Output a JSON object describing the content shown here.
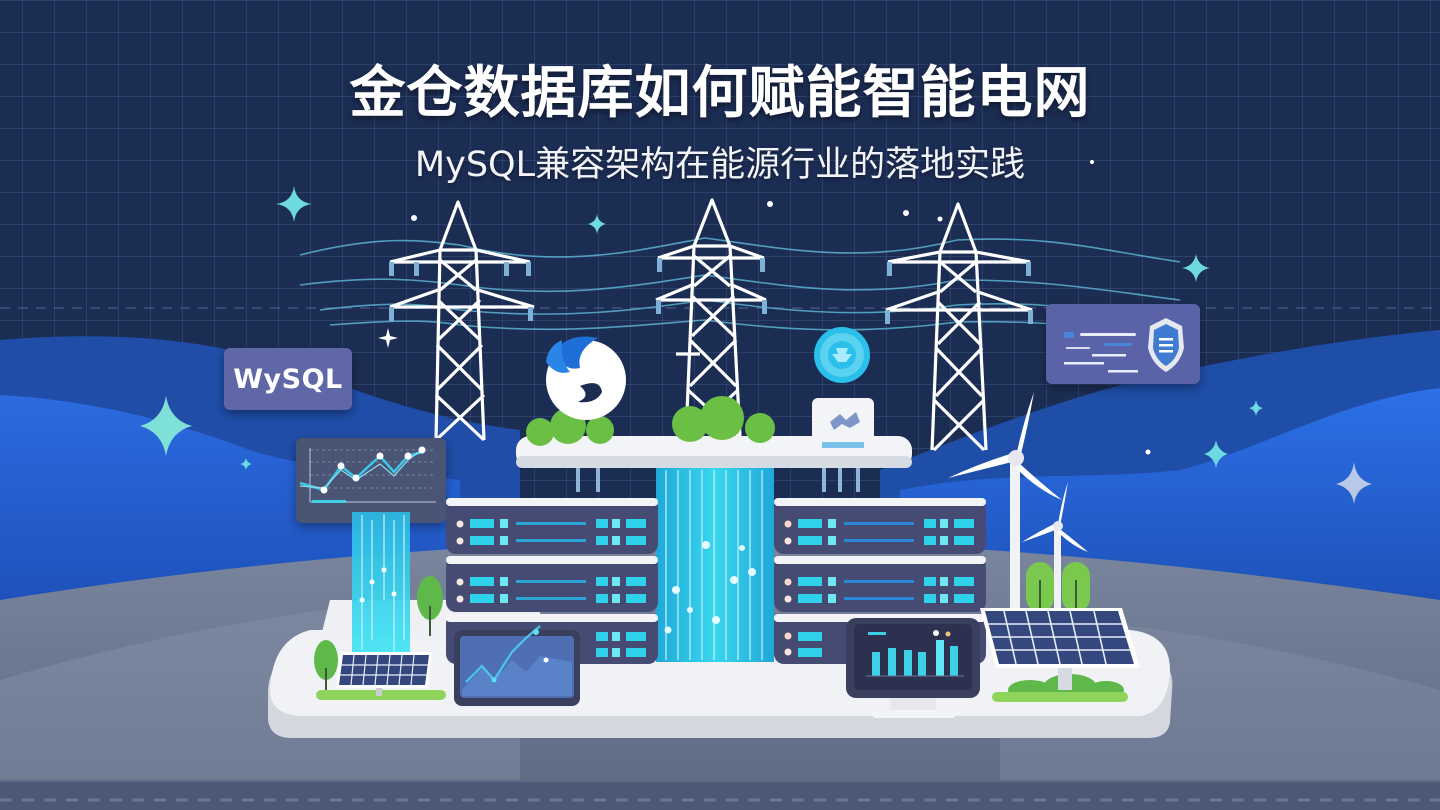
{
  "banner": {
    "title": "金仓数据库如何赋能智能电网",
    "subtitle": "MySQL兼容架构在能源行业的落地实践"
  },
  "badges": {
    "mysql_label": "WySQL"
  },
  "illustration": {
    "elements": [
      "power-transmission-towers",
      "database-server-racks",
      "data-stream-light-columns",
      "kingbase-logo",
      "certification-seal",
      "security-shield-card",
      "line-chart-panel",
      "bar-chart-monitor",
      "line-chart-tablet",
      "wind-turbines",
      "solar-panels",
      "trees"
    ]
  },
  "colors": {
    "background": "#1c2d54",
    "grid_line": "#3a4d78",
    "hill_blue": "#2a62d0",
    "hill_dark_blue": "#1f4ea8",
    "ground_gray": "#6e7a92",
    "platform_white": "#eef0f3",
    "server_body": "#454b72",
    "server_light": "#2fd2ea",
    "data_stream": "#27c6e6",
    "card_purple": "#5f67a6",
    "sparkle_cyan": "#6ed9e0",
    "tree_green": "#7bc84e"
  }
}
